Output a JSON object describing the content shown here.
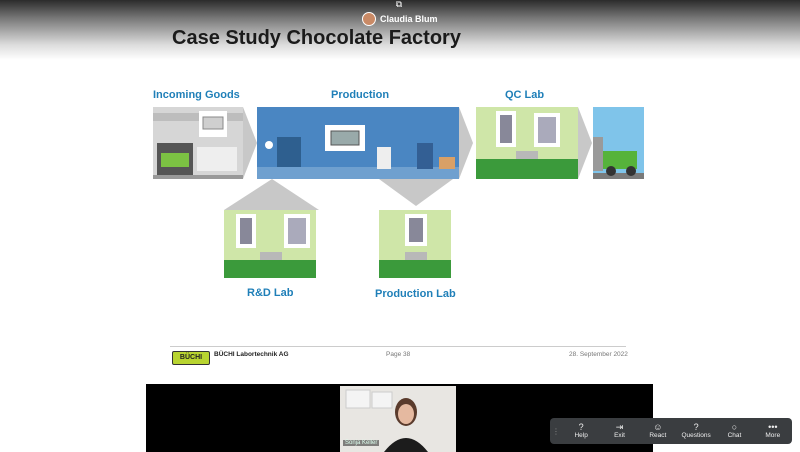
{
  "presenter": {
    "name": "Claudia Blum"
  },
  "slide": {
    "title": "Case Study Chocolate Factory",
    "labels": {
      "incoming": "Incoming Goods",
      "production": "Production",
      "qc": "QC Lab",
      "rd": "R&D Lab",
      "prodlab": "Production Lab"
    },
    "footer": {
      "logo": "BÜCHI",
      "company": "BÜCHI Labortechnik AG",
      "page": "Page 38",
      "date": "28. September 2022"
    }
  },
  "video": {
    "participant": "Sonja Keller"
  },
  "toolbar": {
    "help": "Help",
    "exit": "Exit",
    "react": "React",
    "questions": "Questions",
    "chat": "Chat",
    "more": "More"
  },
  "colors": {
    "label_blue": "#1f7fb8",
    "lab_green": "#cfe6a8",
    "production_blue": "#4a86c2",
    "buchi_green": "#b8d430"
  }
}
